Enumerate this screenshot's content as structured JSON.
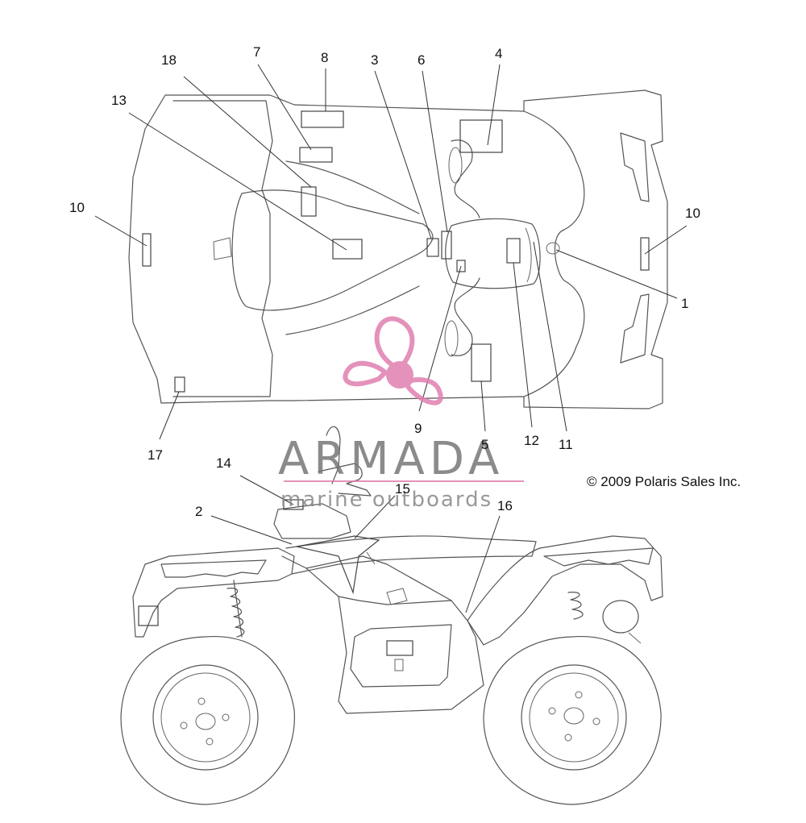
{
  "copyright": "© 2009 Polaris Sales Inc.",
  "watermark": {
    "title": "ARMADA",
    "subtitle": "marine outboards",
    "accent_color": "#e07fb0"
  },
  "callouts": {
    "c1": "1",
    "c2": "2",
    "c3": "3",
    "c4": "4",
    "c5": "5",
    "c6": "6",
    "c7": "7",
    "c8": "8",
    "c9": "9",
    "c10a": "10",
    "c10b": "10",
    "c11": "11",
    "c12": "12",
    "c13": "13",
    "c14": "14",
    "c15": "15",
    "c16": "16",
    "c17": "17",
    "c18": "18"
  }
}
